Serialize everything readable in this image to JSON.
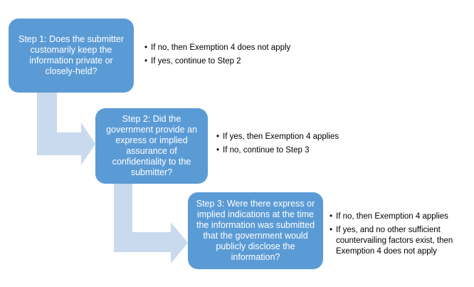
{
  "steps": [
    {
      "text": "Step 1: Does the submitter customarily keep the information private or closely-held?",
      "bullets": [
        "If no, then Exemption 4 does not apply",
        "If yes, continue to Step 2"
      ]
    },
    {
      "text": "Step 2:  Did the government provide an express or implied assurance of confidentiality to the submitter?",
      "bullets": [
        "If yes, then Exemption 4 applies",
        "If no, continue to Step 3"
      ]
    },
    {
      "text": "Step 3:  Were there express or implied indications at the time the information was submitted that the government would publicly disclose the information?",
      "bullets": [
        "If no, then Exemption 4 applies",
        "If yes, and no other sufficient countervailing factors exist, then Exemption 4 does not apply"
      ]
    }
  ],
  "colors": {
    "box_fill": "#5b9bd5",
    "arrow_fill": "#c9d9ee",
    "box_text": "#ffffff"
  },
  "icons": {
    "bullet": "•"
  }
}
